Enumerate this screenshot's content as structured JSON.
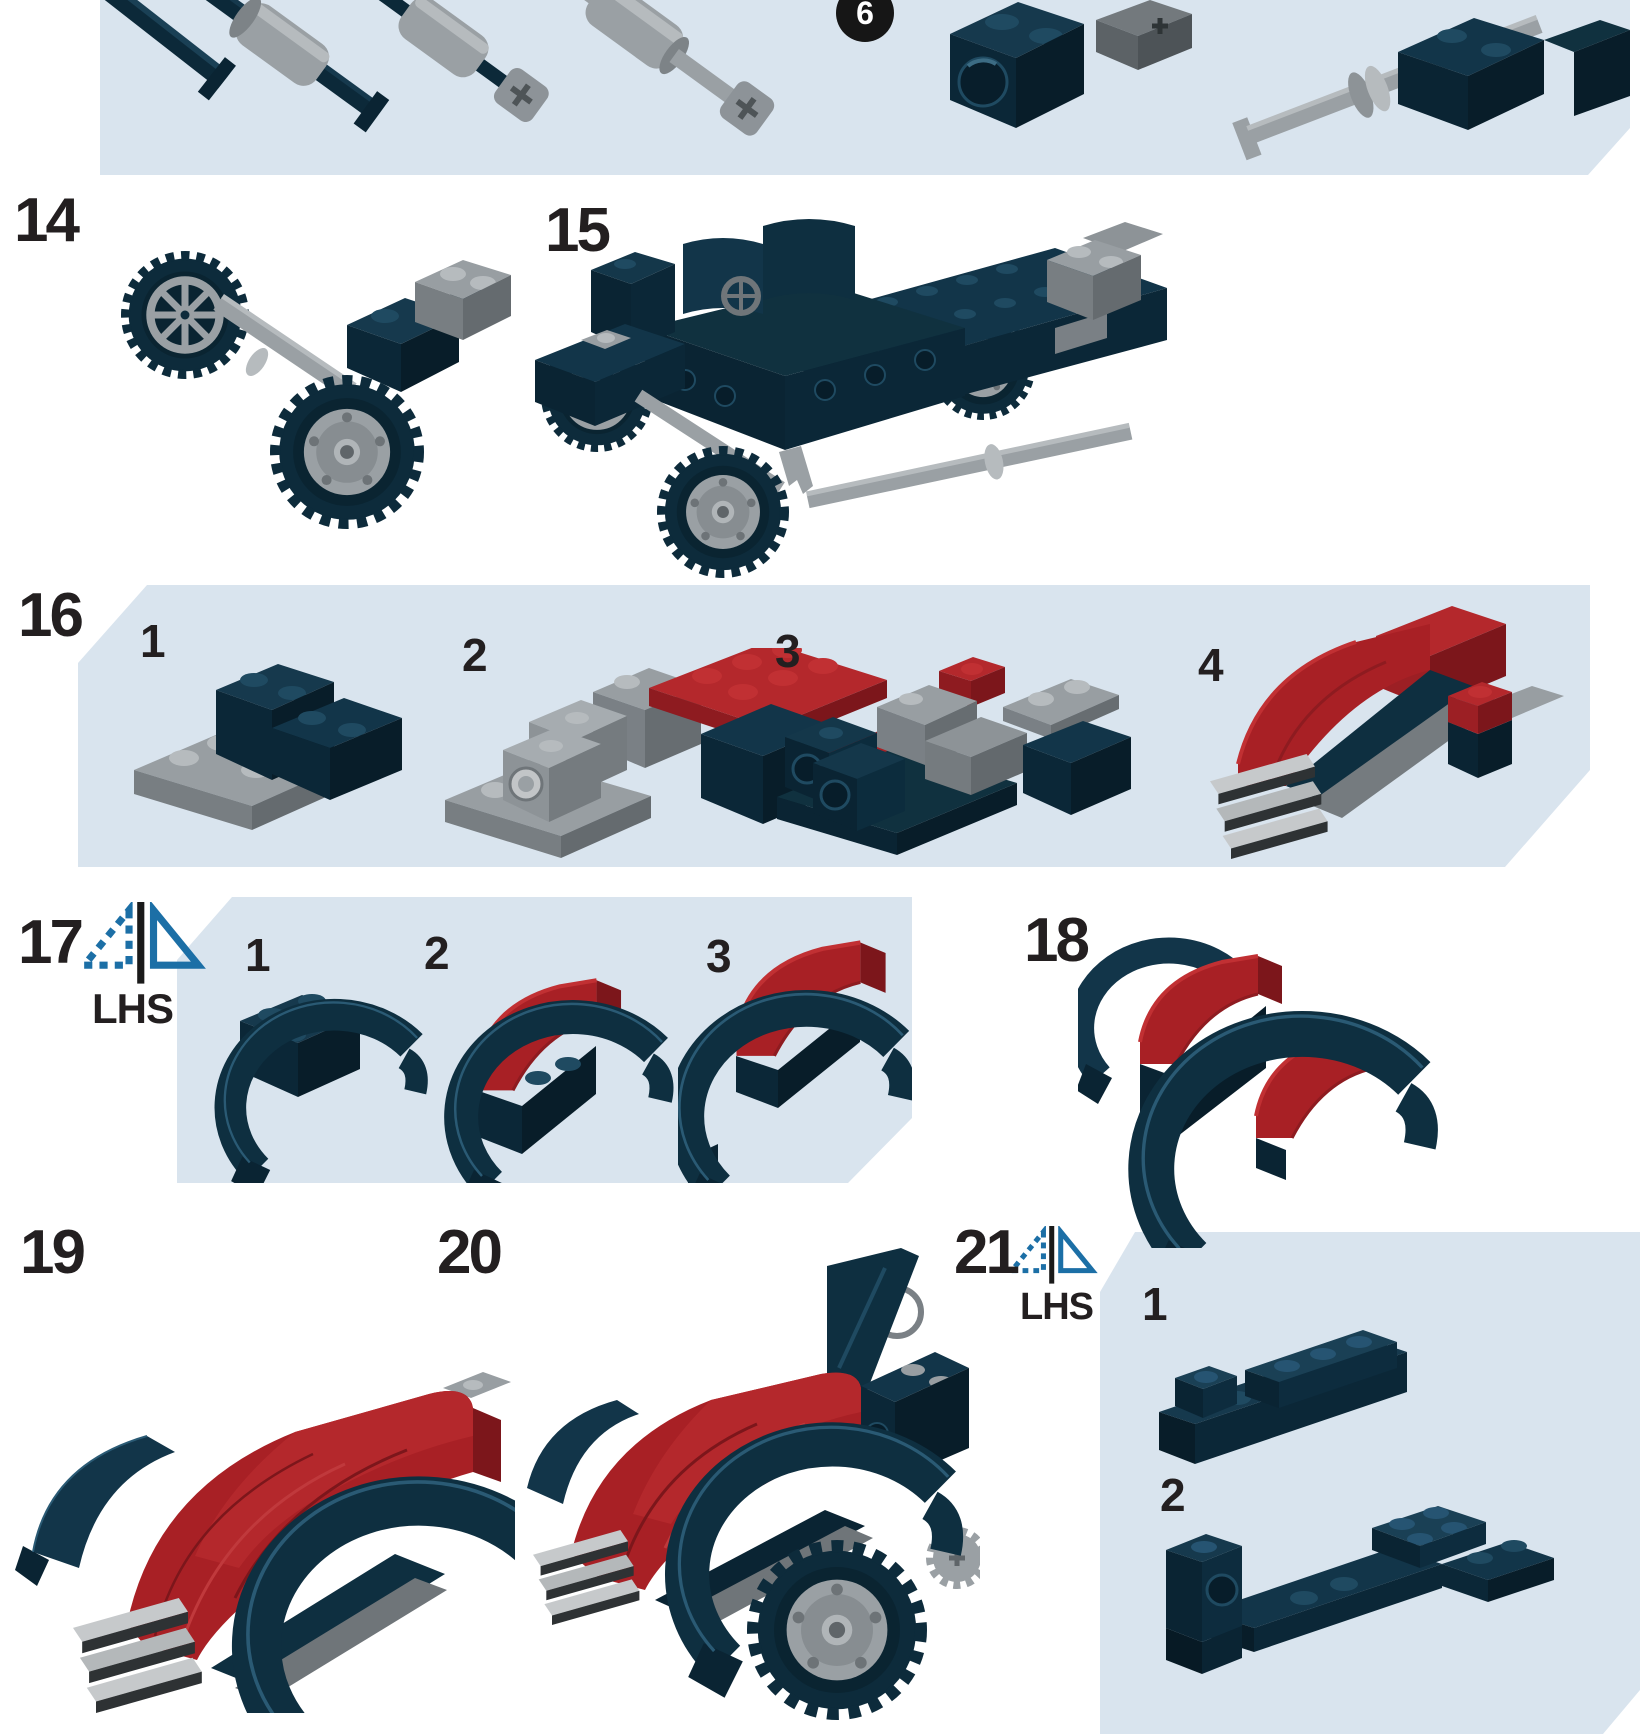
{
  "document": {
    "type": "building-instructions-page",
    "parts_callout_count": "6",
    "steps": [
      {
        "number": "14"
      },
      {
        "number": "15"
      },
      {
        "number": "16",
        "substeps": [
          "1",
          "2",
          "3",
          "4"
        ]
      },
      {
        "number": "17",
        "side_label": "LHS",
        "substeps": [
          "1",
          "2",
          "3"
        ]
      },
      {
        "number": "18"
      },
      {
        "number": "19"
      },
      {
        "number": "20"
      },
      {
        "number": "21",
        "side_label": "LHS",
        "substeps": [
          "1",
          "2"
        ]
      }
    ],
    "colors": {
      "page_background": "#ffffff",
      "panel_background": "#d9e4ee",
      "brick_dark_navy": "#0e2f40",
      "brick_red": "#a82025",
      "brick_gray": "#989ea2",
      "grille_silver": "#c6c9cb",
      "symmetry_icon_blue": "#1c6fa6",
      "label_text": "#231f20",
      "badge_background": "#161616",
      "badge_text": "#ffffff"
    }
  }
}
